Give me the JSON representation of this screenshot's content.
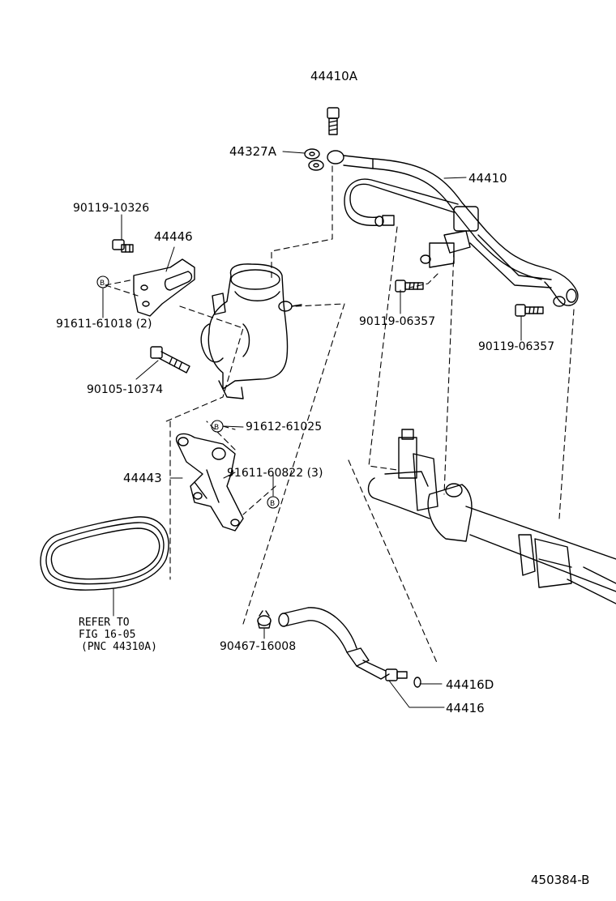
{
  "parts": {
    "p44410A": "44410A",
    "p44327A": "44327A",
    "p44410": "44410",
    "p90119_10326": "90119-10326",
    "p44446": "44446",
    "p91611_61018": "91611-61018 (2)",
    "p90105_10374": "90105-10374",
    "p91612_61025": "91612-61025",
    "p44443": "44443",
    "p91611_60822": "91611-60822 (3)",
    "p90119_06357_a": "90119-06357",
    "p90119_06357_b": "90119-06357",
    "p90467_16008": "90467-16008",
    "p44416D": "44416D",
    "p44416": "44416"
  },
  "refer_note": {
    "line1": "REFER TO",
    "line2": "FIG 16-05",
    "line3": "(PNC 44310A)"
  },
  "badge_letter": "B",
  "diagram_id": "450384-B"
}
